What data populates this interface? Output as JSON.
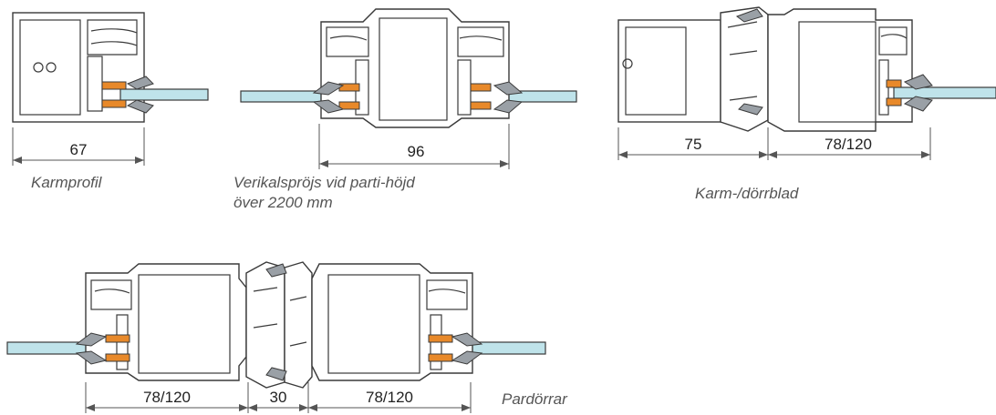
{
  "figure_title": "",
  "panels": [
    {
      "caption": "Karmprofil",
      "dimensions": [
        "67"
      ]
    },
    {
      "caption_lines": [
        "Verikalspröjs vid parti-höjd",
        "över 2200 mm"
      ],
      "dimensions": [
        "96"
      ]
    },
    {
      "caption": "Karm-/dörrblad",
      "dimensions": [
        "75",
        "78/120"
      ]
    },
    {
      "caption": "Pardörrar",
      "dimensions": [
        "78/120",
        "30",
        "78/120"
      ]
    }
  ],
  "colors": {
    "glass": "#bfe3ea",
    "gasket": "#e8892a",
    "seal": "#9aa0a6",
    "outline": "#3a3a3a",
    "dimension_line": "#555555"
  }
}
